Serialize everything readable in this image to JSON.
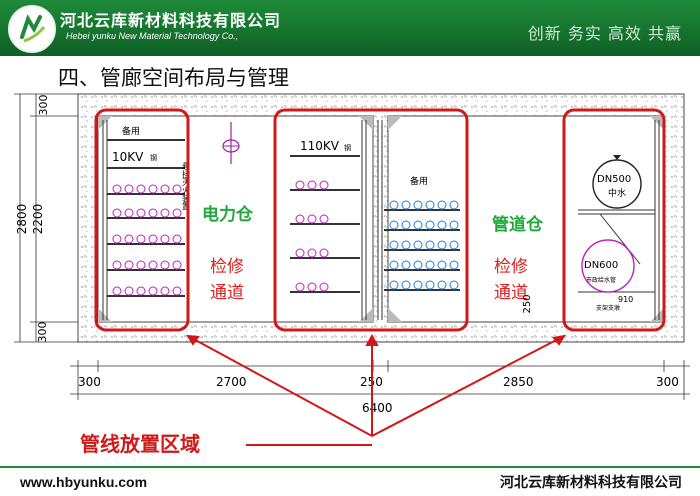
{
  "header": {
    "company_cn": "河北云库新材料科技有限公司",
    "company_en": "Hebei yunku  New Material Technology Co.,",
    "slogan": "创新 务实 高效 共赢",
    "brand_color": "#1f8a3a"
  },
  "slide": {
    "title": "四、管廊空间布局与管理"
  },
  "drawing": {
    "left_dims": [
      "300",
      "2200",
      "300"
    ],
    "total_height": "2800",
    "bottom_dims": [
      "300",
      "2700",
      "250",
      "2850",
      "300"
    ],
    "total_width": "6400",
    "spare_label": "备用",
    "spare_label_right": "备用",
    "cable_10kv": "10KV",
    "cable_110kv": "110KV",
    "small_tag_left": "钢",
    "small_tag_mid": "钢",
    "fire_device": "悬挂灭火装置",
    "power_cabin": "电力仓",
    "pipe_cabin": "管道仓",
    "maint_1": "检修",
    "maint_2": "通道",
    "maint_3": "检修",
    "maint_4": "通道",
    "dn500": "DN500",
    "dn500_sub": "中水",
    "dn600": "DN600",
    "dn600_sub": "市政给水管",
    "bottom_tag": "910",
    "right_small": "支架支墩",
    "dim_250": "250"
  },
  "annotation": {
    "label": "管线放置区域"
  },
  "footer": {
    "url": "www.hbyunku.com",
    "company": "河北云库新材料科技有限公司"
  }
}
